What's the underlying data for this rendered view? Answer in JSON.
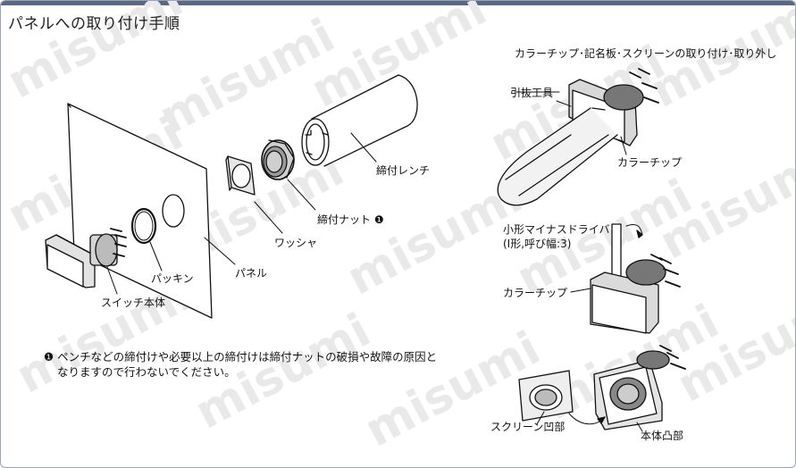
{
  "title": "パネルへの取り付け手順",
  "watermark": "misumi",
  "labels": {
    "switch_body": "スイッチ本体",
    "packing": "パッキン",
    "panel": "パネル",
    "washer": "ワッシャ",
    "nut": "締付ナット ❶",
    "wrench": "締付レンチ",
    "right_title": "カラーチップ･記名板･スクリーンの取り付け･取り外し",
    "extractor": "引抜工具",
    "color_chip_1": "カラーチップ",
    "screwdriver_line1": "小形マイナスドライバ",
    "screwdriver_line2": "(Ⅰ形,呼び幅:3)",
    "color_chip_2": "カラーチップ",
    "screen_recess": "スクリーン凹部",
    "body_protrusion": "本体凸部"
  },
  "note": {
    "line1": "❶ ペンチなどの締付けや必要以上の締付けは締付ナットの破損や故障の原因と",
    "line2": "なりますので行わないでください。"
  }
}
